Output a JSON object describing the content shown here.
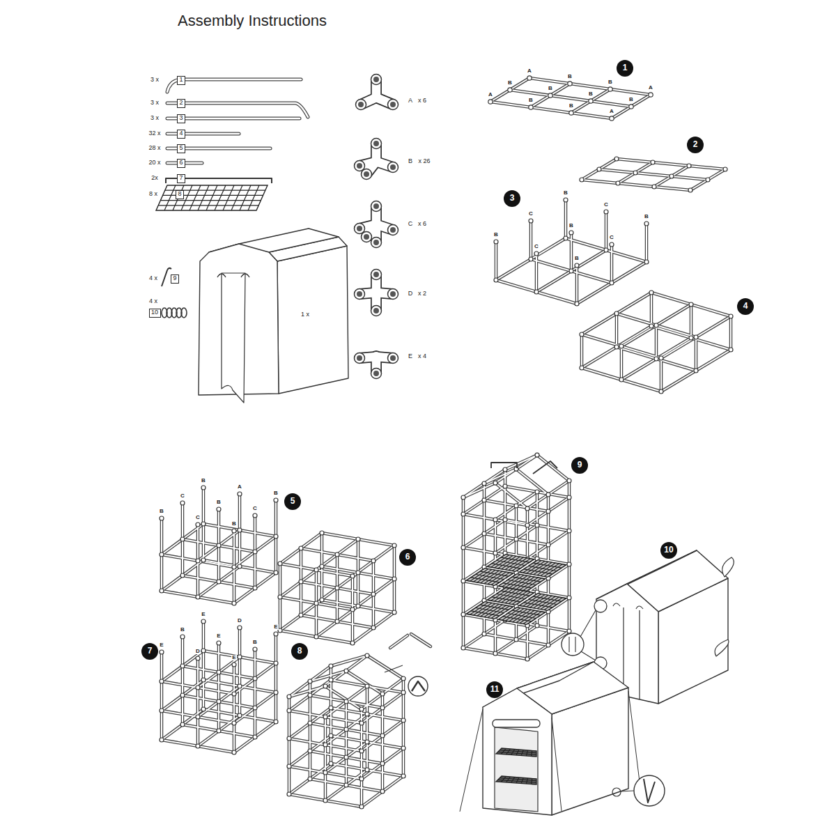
{
  "diagram": {
    "title": "Assembly Instructions",
    "nodes": [
      {
        "text": [
          "1"
        ]
      },
      {
        "text": [
          "2"
        ]
      },
      {
        "text": [
          "3"
        ]
      },
      {
        "text": [
          "4"
        ]
      },
      {
        "text": [
          "5"
        ]
      },
      {
        "text": [
          "6"
        ]
      },
      {
        "text": [
          "7"
        ]
      },
      {
        "text": [
          "8"
        ]
      },
      {
        "text": [
          "9"
        ]
      },
      {
        "text": [
          "10"
        ]
      },
      {
        "text": [
          "1"
        ]
      },
      {
        "text": [
          "2"
        ]
      },
      {
        "text": [
          "3"
        ]
      },
      {
        "text": [
          "4"
        ]
      },
      {
        "text": [
          "5"
        ]
      },
      {
        "text": [
          "6"
        ]
      },
      {
        "text": [
          "7"
        ]
      },
      {
        "text": [
          "8"
        ]
      },
      {
        "text": [
          "9"
        ]
      },
      {
        "text": [
          "10"
        ]
      },
      {
        "text": [
          "11"
        ]
      }
    ],
    "labels": [
      "3 x",
      "3 x",
      "3 x",
      "32 x",
      "28 x",
      "20 x",
      "2x",
      "8 x",
      "1 x",
      "4 x",
      "4 x",
      "A",
      "x 6",
      "B",
      "x 26",
      "C",
      "x 6",
      "D",
      "x 2",
      "E",
      "x 4",
      "A",
      "B",
      "B",
      "A",
      "B",
      "B",
      "B",
      "B",
      "A",
      "B",
      "B",
      "A",
      "B",
      "C",
      "B",
      "C",
      "B",
      "C",
      "B",
      "C",
      "B",
      "B",
      "C",
      "B",
      "C",
      "B",
      "C",
      "B",
      "A",
      "B",
      "E",
      "D",
      "E",
      "B",
      "E",
      "B",
      "E",
      "D",
      "E"
    ]
  }
}
